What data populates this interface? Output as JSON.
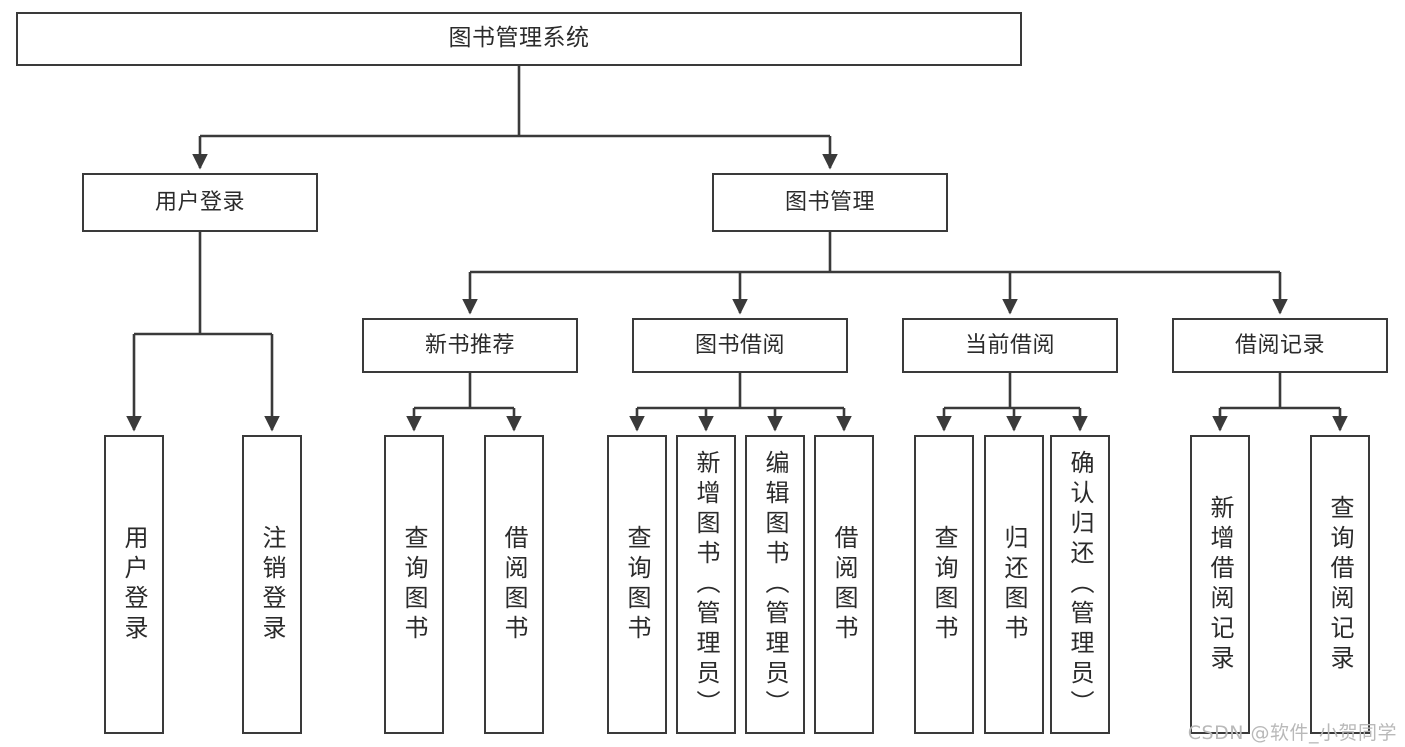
{
  "diagram": {
    "type": "tree-hierarchy",
    "title": "图书管理系统",
    "watermark": "CSDN @软件_小贺同学",
    "colors": {
      "box_border": "#3a3a3a",
      "box_fill": "#ffffff",
      "connector": "#3a3a3a",
      "text": "#2b2b2b",
      "watermark": "#b9b9b9",
      "background": "#ffffff"
    },
    "nodes": {
      "root": {
        "label": "图书管理系统"
      },
      "level2": [
        {
          "id": "user-login",
          "label": "用户登录"
        },
        {
          "id": "book-management",
          "label": "图书管理"
        }
      ],
      "level3": [
        {
          "id": "new-book-recommend",
          "label": "新书推荐"
        },
        {
          "id": "book-borrow",
          "label": "图书借阅"
        },
        {
          "id": "current-borrow",
          "label": "当前借阅"
        },
        {
          "id": "borrow-record",
          "label": "借阅记录"
        }
      ],
      "leaves": {
        "user_login": [
          {
            "id": "leaf-user-login",
            "label": "用户登录"
          },
          {
            "id": "leaf-logout-login",
            "label": "注销登录"
          }
        ],
        "new_book_recommend": [
          {
            "id": "leaf-query-book-1",
            "label": "查询图书"
          },
          {
            "id": "leaf-borrow-book-1",
            "label": "借阅图书"
          }
        ],
        "book_borrow": [
          {
            "id": "leaf-query-book-2",
            "label": "查询图书"
          },
          {
            "id": "leaf-add-book",
            "label": "新增图书（管理员）"
          },
          {
            "id": "leaf-edit-book",
            "label": "编辑图书（管理员）"
          },
          {
            "id": "leaf-borrow-book-2",
            "label": "借阅图书"
          }
        ],
        "current_borrow": [
          {
            "id": "leaf-query-book-3",
            "label": "查询图书"
          },
          {
            "id": "leaf-return-book",
            "label": "归还图书"
          },
          {
            "id": "leaf-confirm-return",
            "label": "确认归还（管理员）"
          }
        ],
        "borrow_record": [
          {
            "id": "leaf-add-record",
            "label": "新增借阅记录"
          },
          {
            "id": "leaf-query-record",
            "label": "查询借阅记录"
          }
        ]
      }
    },
    "edges": [
      {
        "from": "图书管理系统",
        "to": "用户登录"
      },
      {
        "from": "图书管理系统",
        "to": "图书管理"
      },
      {
        "from": "用户登录",
        "to": "用户登录"
      },
      {
        "from": "用户登录",
        "to": "注销登录"
      },
      {
        "from": "图书管理",
        "to": "新书推荐"
      },
      {
        "from": "图书管理",
        "to": "图书借阅"
      },
      {
        "from": "图书管理",
        "to": "当前借阅"
      },
      {
        "from": "图书管理",
        "to": "借阅记录"
      },
      {
        "from": "新书推荐",
        "to": "查询图书"
      },
      {
        "from": "新书推荐",
        "to": "借阅图书"
      },
      {
        "from": "图书借阅",
        "to": "查询图书"
      },
      {
        "from": "图书借阅",
        "to": "新增图书（管理员）"
      },
      {
        "from": "图书借阅",
        "to": "编辑图书（管理员）"
      },
      {
        "from": "图书借阅",
        "to": "借阅图书"
      },
      {
        "from": "当前借阅",
        "to": "查询图书"
      },
      {
        "from": "当前借阅",
        "to": "归还图书"
      },
      {
        "from": "当前借阅",
        "to": "确认归还（管理员）"
      },
      {
        "from": "借阅记录",
        "to": "新增借阅记录"
      },
      {
        "from": "借阅记录",
        "to": "查询借阅记录"
      }
    ]
  }
}
